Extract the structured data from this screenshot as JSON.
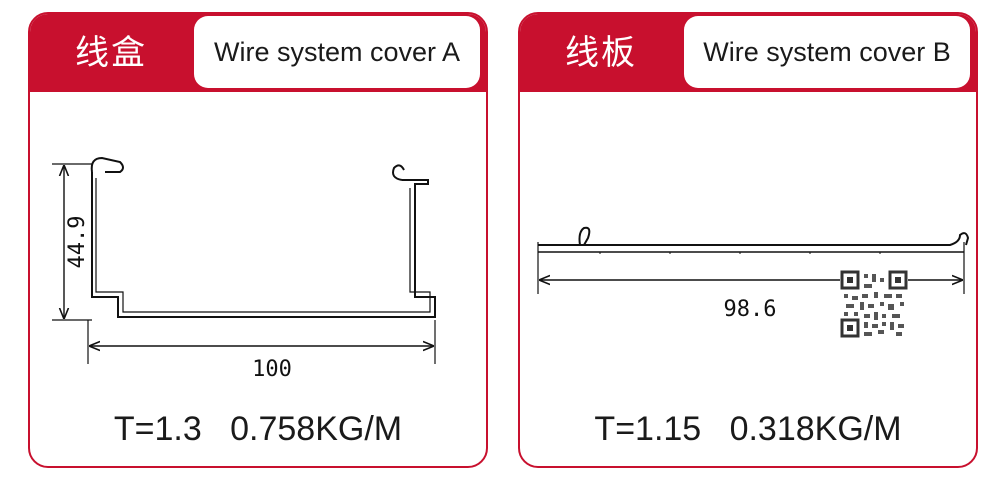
{
  "cards": [
    {
      "title_zh": "线盒",
      "title_en": "Wire system cover A",
      "dim_height": "44.9",
      "dim_width": "100",
      "thickness": "T=1.3",
      "weight": "0.758KG/M"
    },
    {
      "title_zh": "线板",
      "title_en": "Wire system cover B",
      "dim_width": "98.6",
      "thickness": "T=1.15",
      "weight": "0.318KG/M"
    }
  ],
  "colors": {
    "accent": "#c8102e",
    "line": "#111111"
  },
  "icons": {
    "qr": "qr-code-icon"
  }
}
